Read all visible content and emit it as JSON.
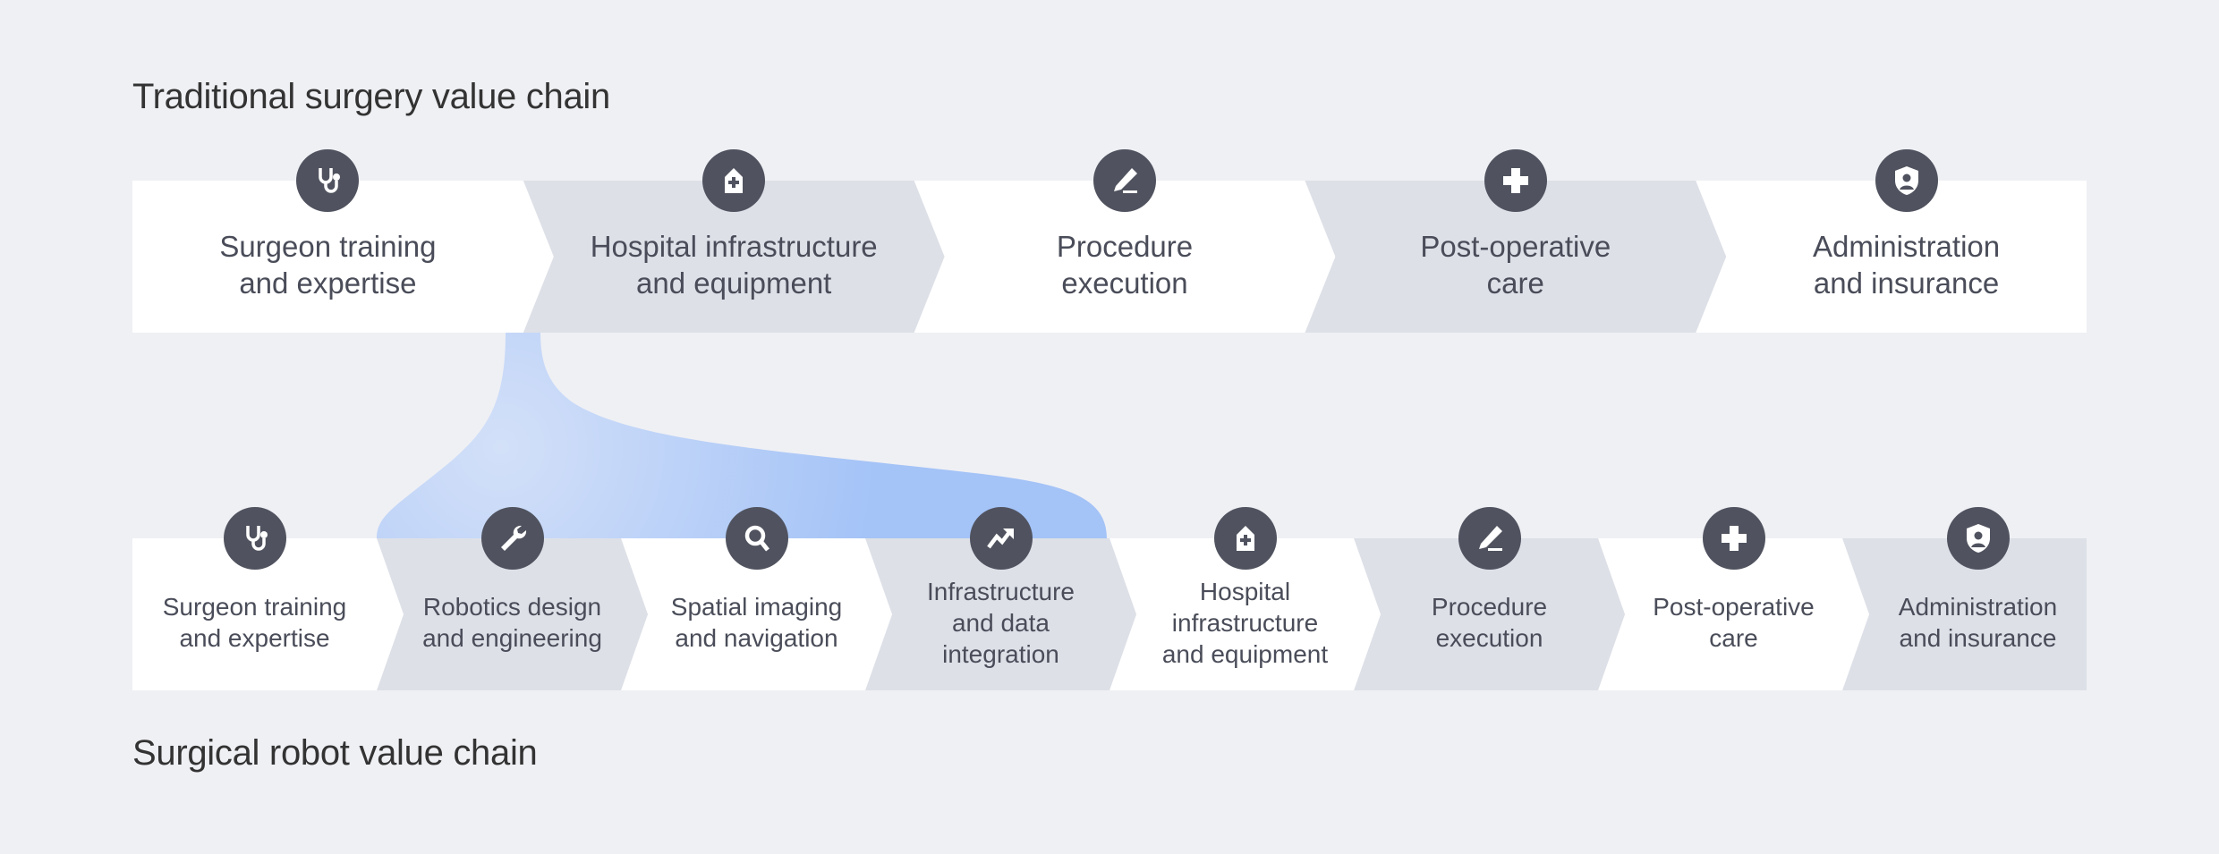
{
  "titles": {
    "top": "Traditional surgery value chain",
    "bottom": "Surgical robot value chain"
  },
  "colors": {
    "background": "#eff0f4",
    "segment_light": "#ffffff",
    "segment_dark": "#dde0e7",
    "icon": "#50535f",
    "highlight": "#a4c3f7"
  },
  "traditional_chain": [
    {
      "label": "Surgeon training\nand expertise",
      "icon": "stethoscope-icon"
    },
    {
      "label": "Hospital infrastructure\nand equipment",
      "icon": "hospital-icon"
    },
    {
      "label": "Procedure\nexecution",
      "icon": "scalpel-icon"
    },
    {
      "label": "Post-operative\ncare",
      "icon": "medical-cross-icon"
    },
    {
      "label": "Administration\nand insurance",
      "icon": "shield-user-icon"
    }
  ],
  "robot_chain": [
    {
      "label": "Surgeon training\nand expertise",
      "icon": "stethoscope-icon"
    },
    {
      "label": "Robotics design\nand engineering",
      "icon": "wrench-icon"
    },
    {
      "label": "Spatial imaging\nand navigation",
      "icon": "magnifier-icon"
    },
    {
      "label": "Infrastructure\nand data\nintegration",
      "icon": "trend-arrow-icon"
    },
    {
      "label": "Hospital\ninfrastructure\nand equipment",
      "icon": "hospital-icon"
    },
    {
      "label": "Procedure\nexecution",
      "icon": "scalpel-icon"
    },
    {
      "label": "Post-operative\ncare",
      "icon": "medical-cross-icon"
    },
    {
      "label": "Administration\nand insurance",
      "icon": "shield-user-icon"
    }
  ]
}
